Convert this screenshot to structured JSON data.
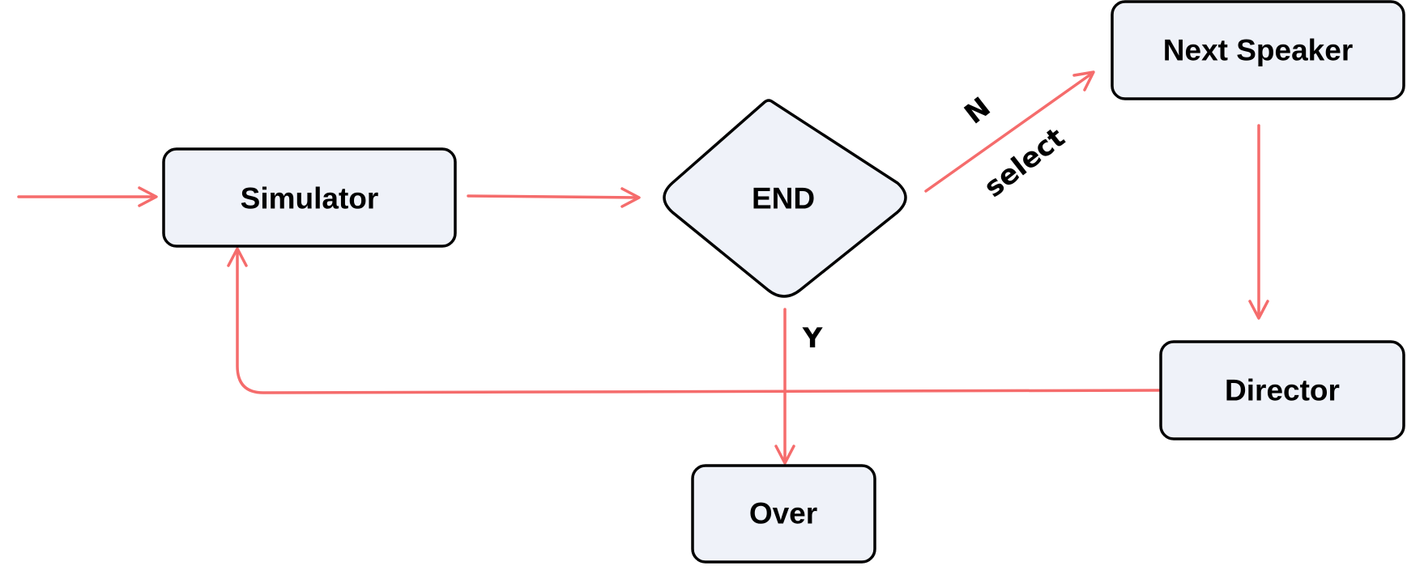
{
  "diagram": {
    "nodes": {
      "simulator": {
        "label": "Simulator"
      },
      "end": {
        "label": "END"
      },
      "next_speaker": {
        "label": "Next Speaker"
      },
      "director": {
        "label": "Director"
      },
      "over": {
        "label": "Over"
      }
    },
    "edges": {
      "no_branch": {
        "label": "N"
      },
      "no_branch_action": {
        "label": "select"
      },
      "yes_branch": {
        "label": "Y"
      }
    },
    "colors": {
      "edge": "#f56c6c",
      "node_fill": "#eff2f9",
      "node_border": "#000000"
    }
  }
}
